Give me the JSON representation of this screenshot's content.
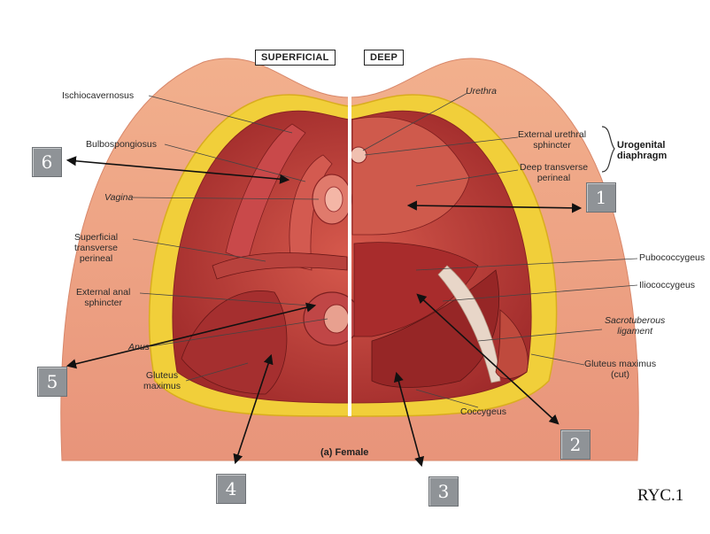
{
  "header": {
    "superficial": "SUPERFICIAL",
    "deep": "DEEP"
  },
  "labels": {
    "ischiocavernosus": "Ischiocavernosus",
    "bulbospongiosus": "Bulbospongiosus",
    "vagina": "Vagina",
    "superficial_transverse_perineal": "Superficial\ntransverse\nperineal",
    "external_anal_sphincter": "External anal\nsphincter",
    "anus": "Anus",
    "gluteus_maximus": "Gluteus\nmaximus",
    "urethra": "Urethra",
    "external_urethral_sphincter": "External urethral\nsphincter",
    "deep_transverse_perineal": "Deep transverse\nperineal",
    "urogenital_diaphragm": "Urogenital\ndiaphragm",
    "pubococcygeus": "Pubococcygeus",
    "iliococcygeus": "Iliococcygeus",
    "sacrotuberous_ligament": "Sacrotuberous\nligament",
    "gluteus_maximus_cut": "Gluteus maximus\n(cut)",
    "coccygeus": "Coccygeus"
  },
  "caption": "(a) Female",
  "markers": [
    "1",
    "2",
    "3",
    "4",
    "5",
    "6"
  ],
  "figure_id": "RYC.1",
  "colors": {
    "muscle": "#b83a3a",
    "fat": "#f1cf3a",
    "skin": "#e9a07b",
    "marker": "#8f9397"
  }
}
